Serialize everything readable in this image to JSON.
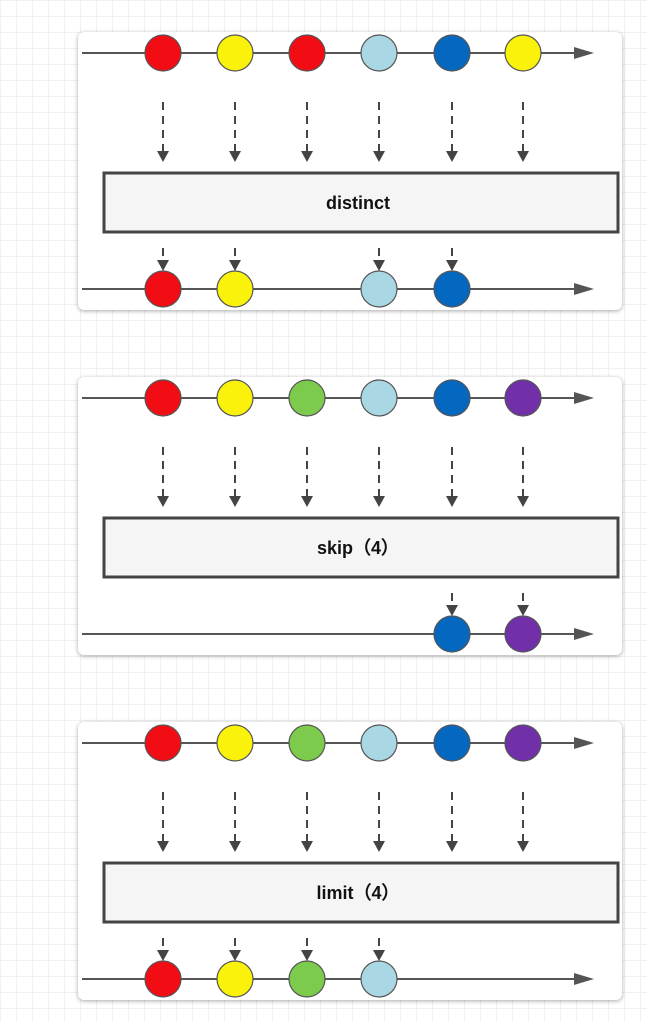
{
  "colors": {
    "red": "#f20d14",
    "yellow": "#fbf20c",
    "green": "#7ccb4c",
    "lightblue": "#a9d7e3",
    "blue": "#0568c0",
    "purple": "#7130a8",
    "line": "#555555",
    "arrow": "#444444"
  },
  "panels": [
    {
      "operator": "distinct",
      "input": [
        "red",
        "yellow",
        "red",
        "lightblue",
        "blue",
        "yellow"
      ],
      "output": [
        "red",
        "yellow",
        "lightblue",
        "blue"
      ],
      "output_slots": [
        0,
        1,
        3,
        4
      ]
    },
    {
      "operator": "skip（4）",
      "input": [
        "red",
        "yellow",
        "green",
        "lightblue",
        "blue",
        "purple"
      ],
      "output": [
        "blue",
        "purple"
      ],
      "output_slots": [
        4,
        5
      ]
    },
    {
      "operator": "limit（4）",
      "input": [
        "red",
        "yellow",
        "green",
        "lightblue",
        "blue",
        "purple"
      ],
      "output": [
        "red",
        "yellow",
        "green",
        "lightblue"
      ],
      "output_slots": [
        0,
        1,
        2,
        3
      ]
    }
  ]
}
